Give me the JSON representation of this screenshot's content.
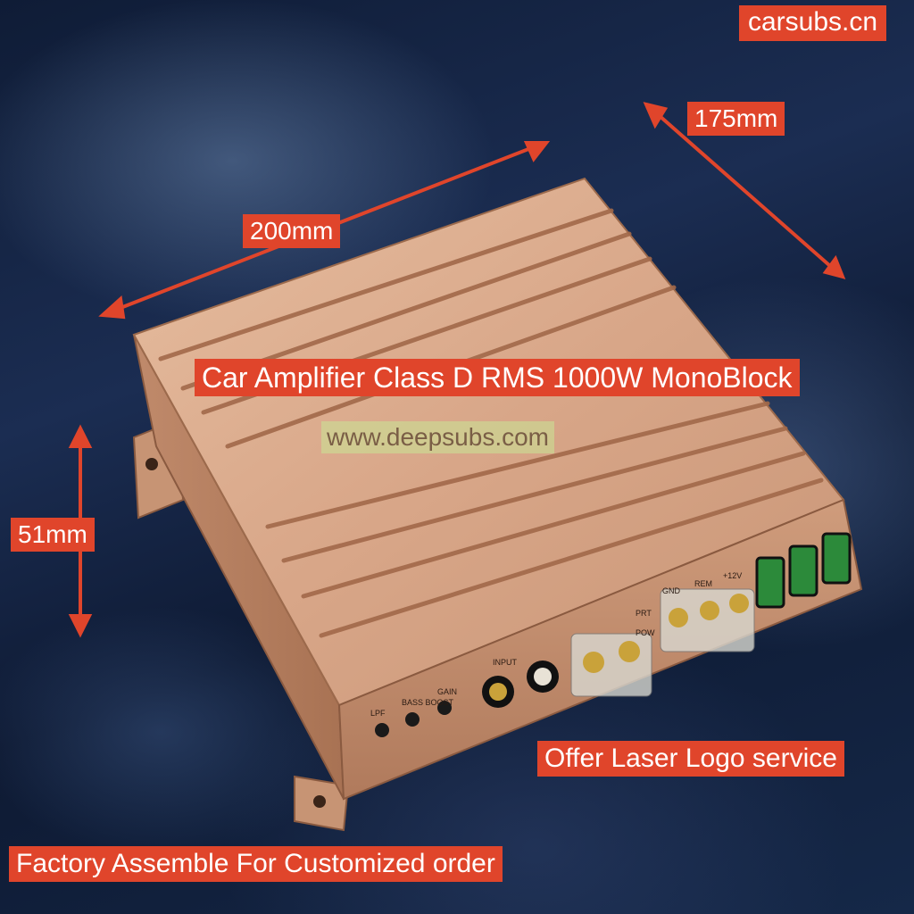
{
  "watermark_site": "carsubs.cn",
  "product_title": "Car Amplifier Class D RMS 1000W MonoBlock",
  "center_watermark": "www.deepsubs.com",
  "dimensions": {
    "length": "200mm",
    "width": "175mm",
    "height": "51mm"
  },
  "service_note": "Offer Laser Logo service",
  "bottom_note": "Factory Assemble For Customized order",
  "panel_labels": {
    "lpf": "LPF",
    "bass_boost": "BASS BOOST",
    "gain": "GAIN",
    "input": "INPUT",
    "gnd": "GND",
    "rem": "REM",
    "plus12v": "+12V",
    "prt": "PRT",
    "pow": "POW"
  },
  "colors": {
    "label_bg": "#e0452b",
    "amp_body": "#d9a98a",
    "space_bg": "#13254a"
  }
}
